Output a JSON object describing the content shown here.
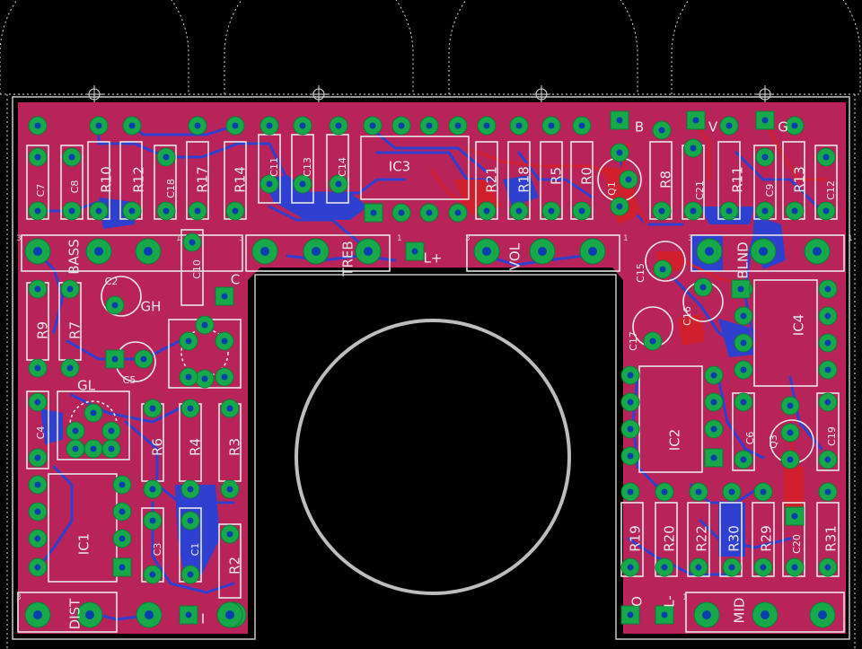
{
  "board": {
    "colors": {
      "background": "#000000",
      "copper_pour": "#b8245a",
      "top_trace": "#d11f2e",
      "bottom_trace": "#2f3fd0",
      "pad": "#17a84a",
      "silkscreen": "#e6e6e6"
    },
    "labels": [
      {
        "id": "C7",
        "text": "C7",
        "vertical": true
      },
      {
        "id": "C8",
        "text": "C8",
        "vertical": true
      },
      {
        "id": "R10",
        "text": "R10",
        "vertical": true
      },
      {
        "id": "R12",
        "text": "R12",
        "vertical": true
      },
      {
        "id": "C18",
        "text": "C18",
        "vertical": true
      },
      {
        "id": "R17",
        "text": "R17",
        "vertical": true
      },
      {
        "id": "R14",
        "text": "R14",
        "vertical": true
      },
      {
        "id": "C11",
        "text": "C11",
        "vertical": true
      },
      {
        "id": "C13",
        "text": "C13",
        "vertical": true
      },
      {
        "id": "C14",
        "text": "C14",
        "vertical": true
      },
      {
        "id": "IC3",
        "text": "IC3",
        "vertical": false
      },
      {
        "id": "R21",
        "text": "R21",
        "vertical": true
      },
      {
        "id": "R18",
        "text": "R18",
        "vertical": true
      },
      {
        "id": "R5",
        "text": "R5",
        "vertical": true
      },
      {
        "id": "R0",
        "text": "R0",
        "vertical": true
      },
      {
        "id": "Q1",
        "text": "Q1",
        "vertical": true
      },
      {
        "id": "R8",
        "text": "R8",
        "vertical": true
      },
      {
        "id": "C21",
        "text": "C21",
        "vertical": true
      },
      {
        "id": "R11",
        "text": "R11",
        "vertical": true
      },
      {
        "id": "C9",
        "text": "C9",
        "vertical": true
      },
      {
        "id": "R13",
        "text": "R13",
        "vertical": true
      },
      {
        "id": "C12",
        "text": "C12",
        "vertical": true
      },
      {
        "id": "B",
        "text": "B",
        "vertical": false
      },
      {
        "id": "V",
        "text": "V",
        "vertical": false
      },
      {
        "id": "G",
        "text": "G",
        "vertical": false
      },
      {
        "id": "BASS",
        "text": "BASS",
        "vertical": true
      },
      {
        "id": "C10",
        "text": "C10",
        "vertical": true
      },
      {
        "id": "C",
        "text": "C",
        "vertical": false
      },
      {
        "id": "TREB",
        "text": "TREB",
        "vertical": true
      },
      {
        "id": "LP",
        "text": "L+",
        "vertical": false
      },
      {
        "id": "VOL",
        "text": "VOL",
        "vertical": true
      },
      {
        "id": "BLND",
        "text": "BLND",
        "vertical": true
      },
      {
        "id": "C15",
        "text": "C15",
        "vertical": true
      },
      {
        "id": "C16",
        "text": "C16",
        "vertical": true
      },
      {
        "id": "C17",
        "text": "C17",
        "vertical": true
      },
      {
        "id": "IC4",
        "text": "IC4",
        "vertical": true
      },
      {
        "id": "C2",
        "text": "C2",
        "vertical": false
      },
      {
        "id": "GH",
        "text": "GH",
        "vertical": false
      },
      {
        "id": "R9",
        "text": "R9",
        "vertical": true
      },
      {
        "id": "R7",
        "text": "R7",
        "vertical": true
      },
      {
        "id": "C5",
        "text": "C5",
        "vertical": false
      },
      {
        "id": "GL",
        "text": "GL",
        "vertical": false
      },
      {
        "id": "C4",
        "text": "C4",
        "vertical": true
      },
      {
        "id": "R6",
        "text": "R6",
        "vertical": true
      },
      {
        "id": "R4",
        "text": "R4",
        "vertical": true
      },
      {
        "id": "R3",
        "text": "R3",
        "vertical": true
      },
      {
        "id": "IC2",
        "text": "IC2",
        "vertical": true
      },
      {
        "id": "C6",
        "text": "C6",
        "vertical": true
      },
      {
        "id": "Q3",
        "text": "Q3",
        "vertical": true
      },
      {
        "id": "C19",
        "text": "C19",
        "vertical": true
      },
      {
        "id": "IC1",
        "text": "IC1",
        "vertical": true
      },
      {
        "id": "C3",
        "text": "C3",
        "vertical": true
      },
      {
        "id": "C1",
        "text": "C1",
        "vertical": true
      },
      {
        "id": "R2",
        "text": "R2",
        "vertical": true
      },
      {
        "id": "R19",
        "text": "R19",
        "vertical": true
      },
      {
        "id": "R20",
        "text": "R20",
        "vertical": true
      },
      {
        "id": "R22",
        "text": "R22",
        "vertical": true
      },
      {
        "id": "R30",
        "text": "R30",
        "vertical": true
      },
      {
        "id": "R29",
        "text": "R29",
        "vertical": true
      },
      {
        "id": "C20",
        "text": "C20",
        "vertical": true
      },
      {
        "id": "R31",
        "text": "R31",
        "vertical": true
      },
      {
        "id": "DIST",
        "text": "DIST",
        "vertical": true
      },
      {
        "id": "I",
        "text": "I",
        "vertical": false
      },
      {
        "id": "O",
        "text": "O",
        "vertical": true
      },
      {
        "id": "LM",
        "text": "L-",
        "vertical": true
      },
      {
        "id": "MID",
        "text": "MID",
        "vertical": true
      }
    ],
    "pin_numbers": [
      "3",
      "1",
      "3",
      "1",
      "3",
      "1",
      "3",
      "1",
      "3",
      "1"
    ]
  }
}
